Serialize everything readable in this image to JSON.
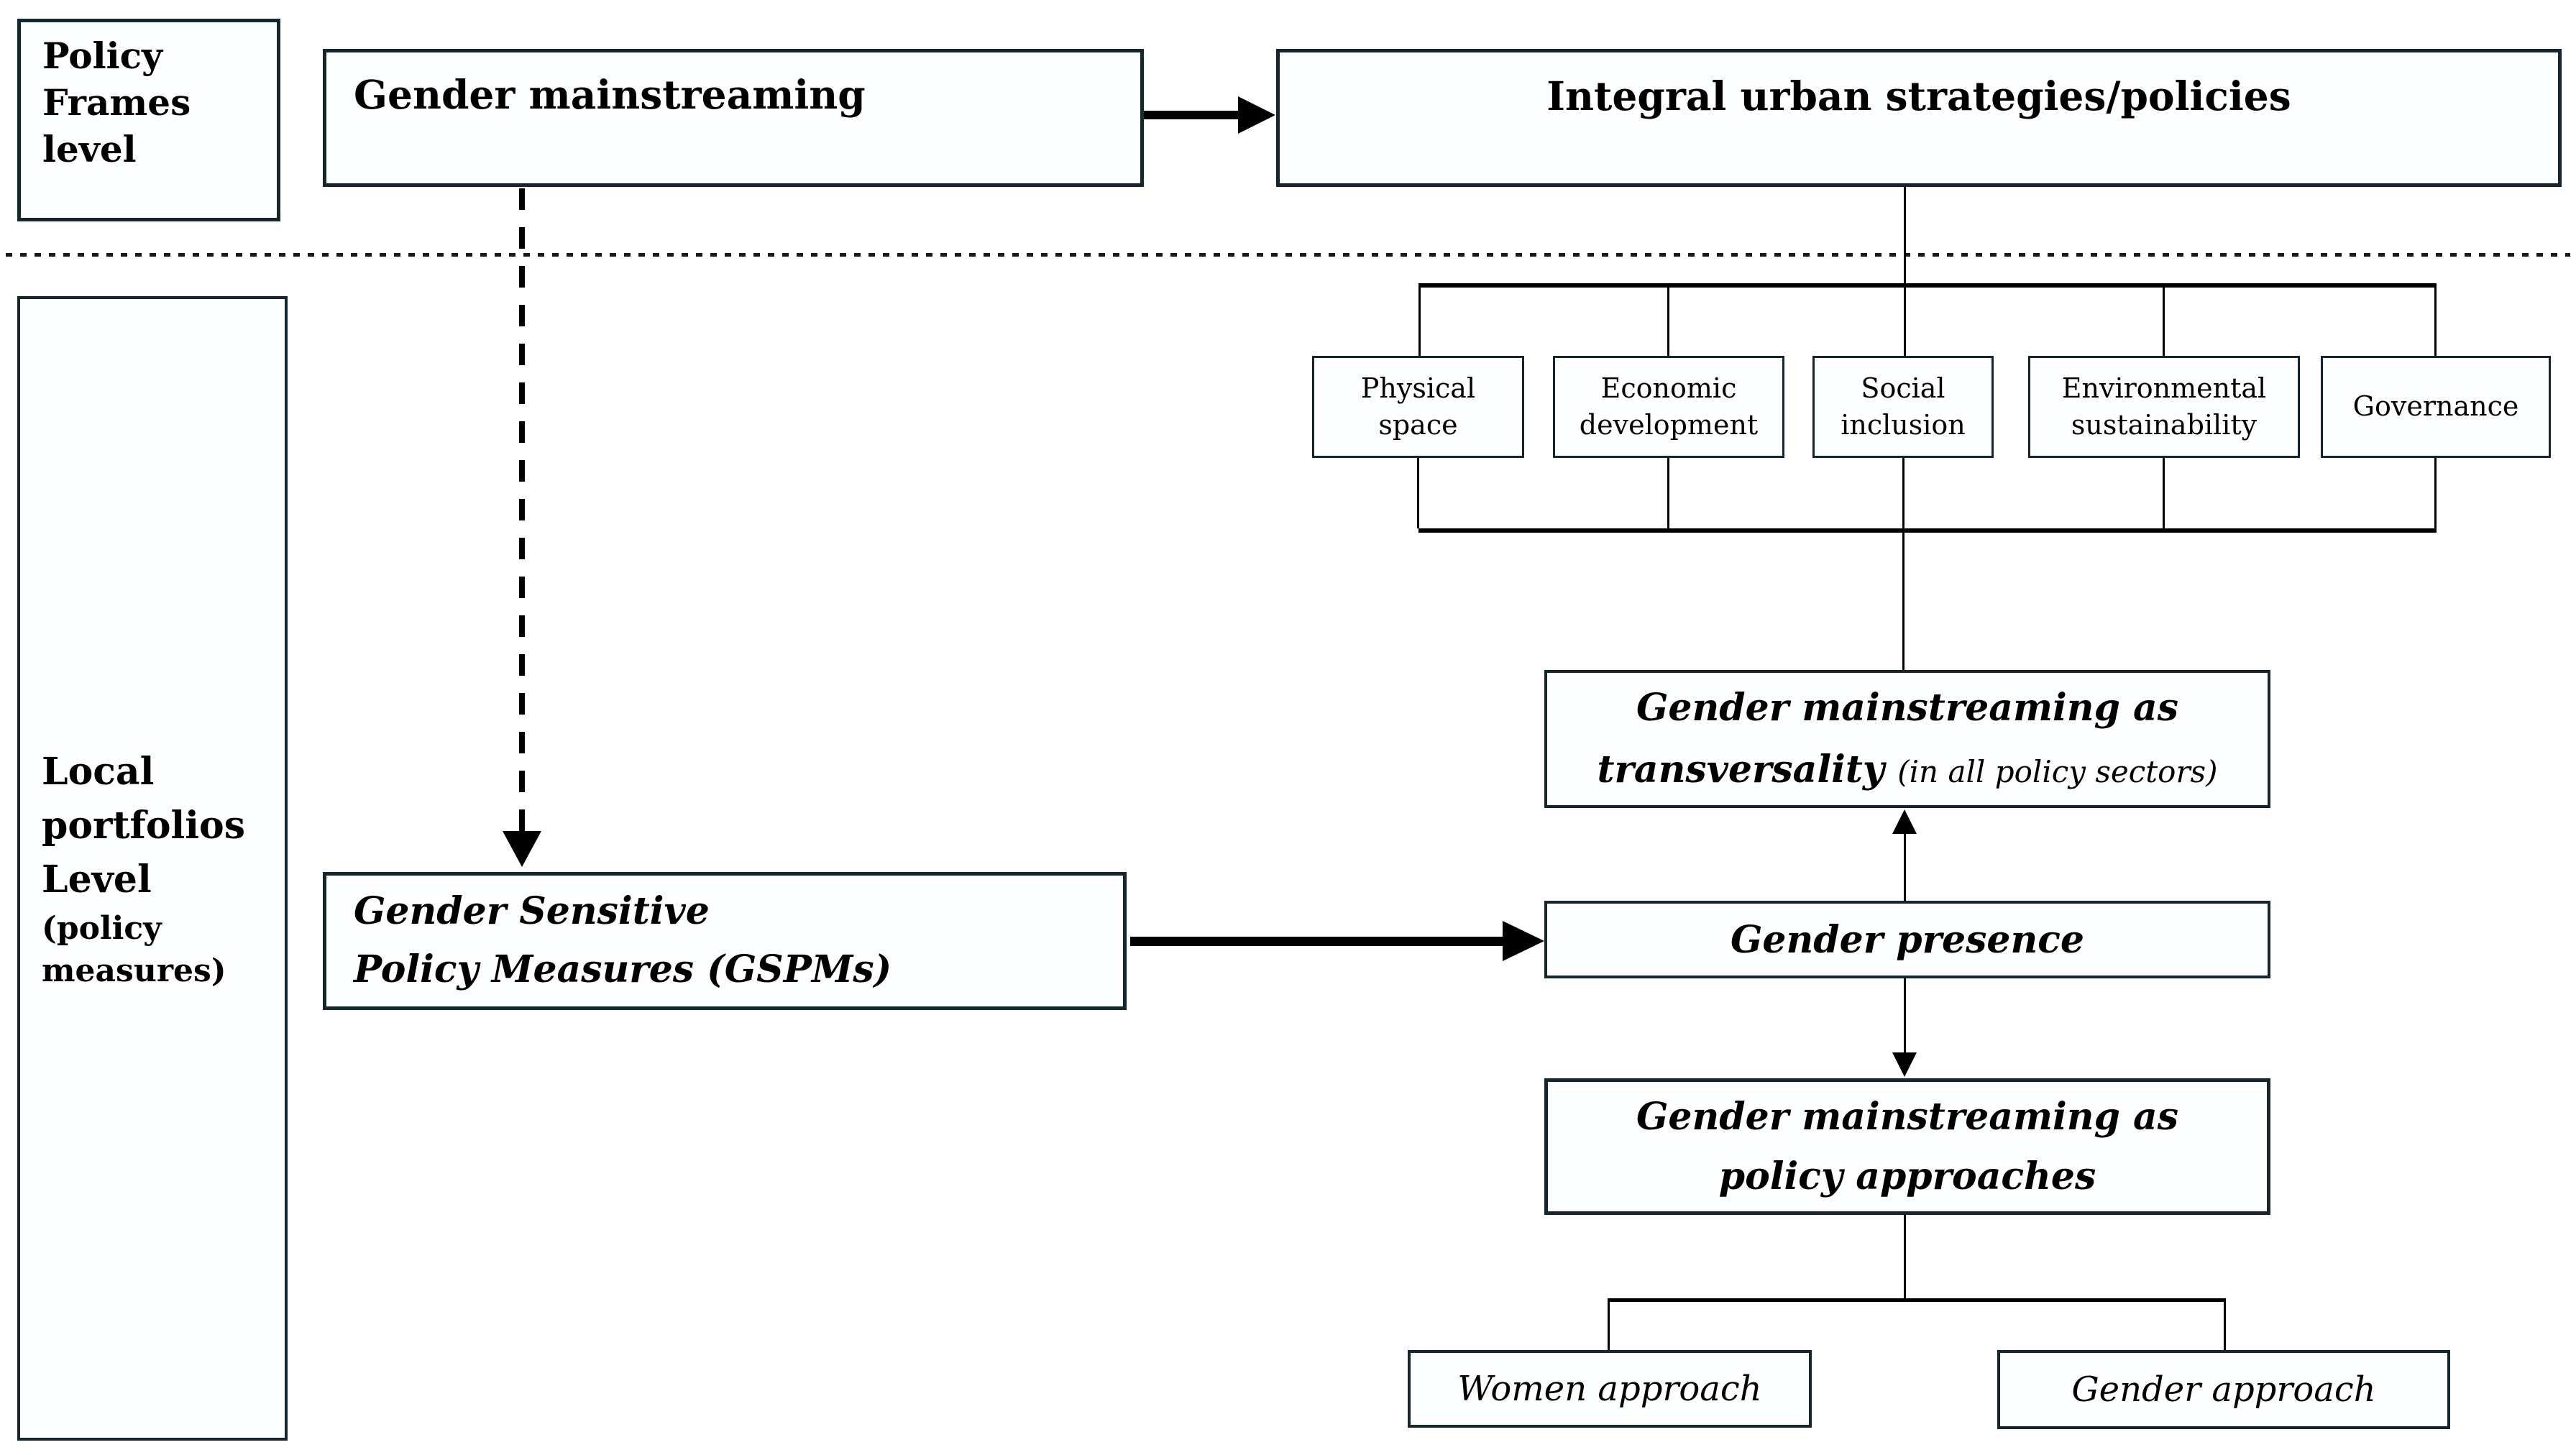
{
  "diagram": {
    "background": "#ffffff",
    "box_border_color": "#16262e",
    "line_color": "#000000",
    "levels": {
      "policy_frames": {
        "label": "Policy Frames level"
      },
      "local_portfolios": {
        "title": "Local portfolios Level",
        "subtitle": "(policy measures)"
      }
    },
    "nodes": {
      "gender_mainstreaming": {
        "label": "Gender mainstreaming"
      },
      "integral": {
        "label": "Integral urban strategies/policies"
      },
      "gspm": {
        "line1": "Gender Sensitive",
        "line2": "Policy Measures (GSPMs)"
      },
      "transversality": {
        "line1": "Gender mainstreaming as",
        "line2": "transversality",
        "note": "(in all policy sectors)"
      },
      "presence": {
        "label": "Gender presence"
      },
      "approaches": {
        "line1": "Gender mainstreaming as",
        "line2": "policy approaches"
      },
      "women_approach": {
        "label": "Women approach"
      },
      "gender_approach": {
        "label": "Gender approach"
      }
    },
    "sectors": [
      {
        "label": "Physical space"
      },
      {
        "label": "Economic development"
      },
      {
        "label": "Social inclusion"
      },
      {
        "label": "Environmental sustainability"
      },
      {
        "label": "Governance"
      }
    ]
  }
}
